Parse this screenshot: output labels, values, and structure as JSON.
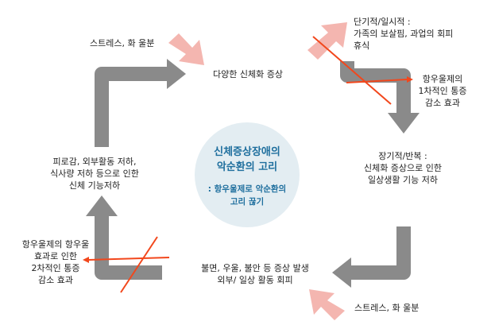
{
  "center": {
    "title_line1": "신체증상장애의",
    "title_line2": "악순환의 고리",
    "sub_line1": ": 항우울제로 악순환의",
    "sub_line2": "고리 끊기"
  },
  "nodes": {
    "top": "다양한 신체화 증상",
    "right_line1": "장기적/반복 :",
    "right_line2": "신체화 증상으로 인한",
    "right_line3": "일상생활 기능 저하",
    "bottom_line1": "불면, 우울, 불안 등 증상 발생",
    "bottom_line2": "외부/ 일상 활동 회피",
    "left_line1": "피로감, 외부활동 저하,",
    "left_line2": "식사량 저하 등으로 인한",
    "left_line3": "신체 기능저하"
  },
  "stress": {
    "top_label": "스트레스, 화 울분",
    "bottom_label": "스트레스, 화 울분"
  },
  "short_term": {
    "line1": "단기적/일시적 :",
    "line2": "가족의 보살핌, 과업의 회피",
    "line3": "휴식"
  },
  "effect_right": {
    "line1": "항우울제의",
    "line2": "1차적인 통증",
    "line3": "감소 효과"
  },
  "effect_left": {
    "line1": "항우울제의 항우울",
    "line2": "효과로 인한",
    "line3": "2차적인 통증",
    "line4": "감소 효과"
  },
  "colors": {
    "cycle_arrow": "#8a8a8a",
    "stress_arrow": "#f4b6b0",
    "cross_line": "#f2471c",
    "center_circle": "#e3edf2",
    "center_text": "#1f6f9e"
  }
}
